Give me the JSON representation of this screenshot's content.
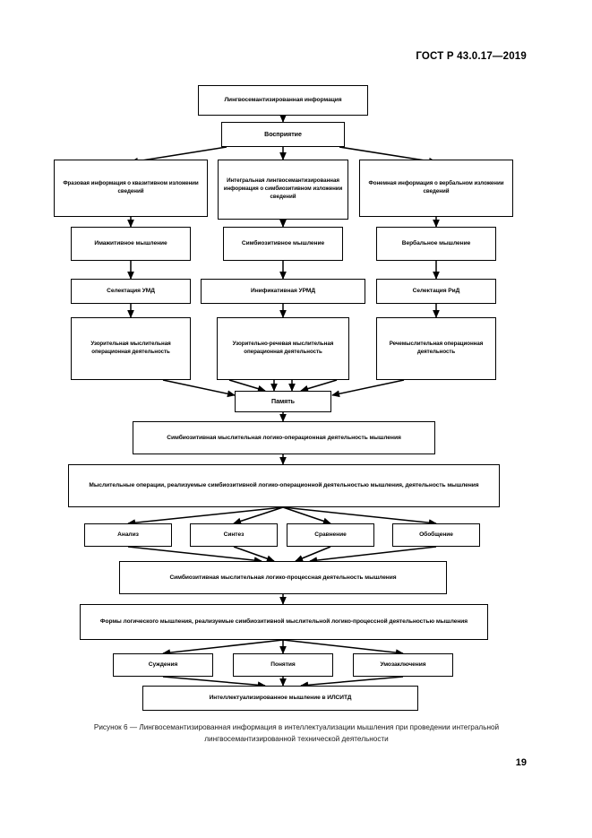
{
  "document": {
    "header": "ГОСТ Р 43.0.17—2019",
    "page_number": "19"
  },
  "figure": {
    "caption_line1": "Рисунок 6 — Лингвосемантизированная информация в интеллектуализации мышления при проведении",
    "caption_line2": "интегральной лингвосемантизированной технической деятельности",
    "nodes": {
      "n01": "Лингвосемантизированная информация",
      "n02": "Восприятие",
      "n03": "Фразовая информация о квазитивном изложении сведений",
      "n04": "Интегральная лингвосемантизированная информация о симбиозитивном изложении сведений",
      "n05": "Фонемная информация о вербальном изложении сведений",
      "n06": "Имажитивное мышление",
      "n07": "Симбиозитивное мышление",
      "n08": "Вербальное мышление",
      "n09": "Селектация УМД",
      "n10": "Инификативная УРМД",
      "n11": "Селектация РиД",
      "n12": "Узорительная мыслительная операционная деятельность",
      "n13": "Узорительно-речевая мыслительная операционная деятельность",
      "n14": "Речемыслительная операционная деятельность",
      "n15": "Память",
      "n16": "Симбиозитивная мыслительная логико-операционная деятельность мышления",
      "n17": "Мыслительные операции, реализуемые симбиозитивной логико-операционной деятельностью мышления, деятельность мышления",
      "n18": "Анализ",
      "n19": "Синтез",
      "n20": "Сравнение",
      "n21": "Обобщение",
      "n22": "Симбиозитивная мыслительная логико-процессная деятельность мышления",
      "n23": "Формы логического мышления, реализуемые симбиозитивной мыслительной логико-процессной деятельностью мышления",
      "n24": "Суждения",
      "n25": "Понятия",
      "n26": "Умозаключения",
      "n27": "Интеллектуализированное мышление в ИЛСИТД"
    }
  },
  "colors": {
    "ink": "#000000",
    "paper": "#ffffff",
    "caption": "#1a1a1a"
  }
}
